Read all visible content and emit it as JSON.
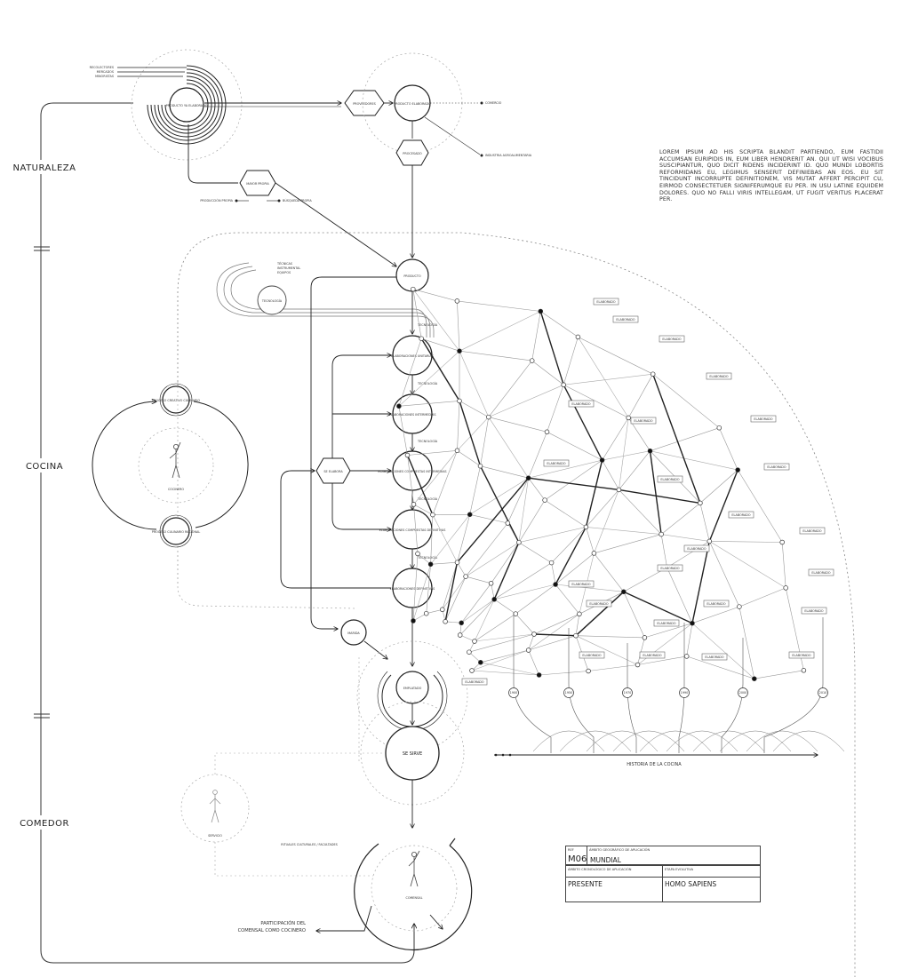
{
  "sidebar": {
    "naturaleza": "NATURALEZA",
    "cocina": "COCINA",
    "comedor": "COMEDOR"
  },
  "nodes": {
    "producto_elaborado_top": "PRODUCTO YA ELABORADO",
    "producto_elaborado_right": "PRODUCTO ELABORADO",
    "proveedores": "PROVEEDORES",
    "procesado": "PROCESADO",
    "mayor_propia": "MAYOR PROPIA",
    "producto": "PRODUCTO",
    "tecnologia": "TECNOLOGÍA",
    "elab1": "ELABORACIONES UNITARIAS",
    "elab2": "ELABORACIONES INTERMEDIAS",
    "elab3": "ELABORACIONES COMPUESTAS INTERMEDIAS",
    "elab4": "ELABORACIONES COMPUESTAS DEFINITIVAS",
    "elab5": "ELABORACIONES DEFINITIVAS",
    "se_elabora": "SE ELABORA",
    "proceso_creativo": "PROCESO CREATIVO CULINARIO",
    "proceso_culinario": "PROCESO CULINARIO RACIONAL",
    "cocinero": "COCINERO",
    "marida": "MARIDA",
    "emplatado": "EMPLATADO",
    "se_sirve": "SE SIRVE",
    "servicio": "SERVICIO",
    "comensal": "COMENSAL"
  },
  "labels": {
    "recursos": [
      "RECOLECTORES",
      "MERCADOS",
      "MINORISTAS"
    ],
    "comercio": "COMERCIO",
    "industria": "INDUSTRIA AGROALIMENTARIA",
    "produccion_propia": "PRODUCCIÓN PROPIA",
    "busqueda_propia": "BÚSQUEDA PROPIA",
    "tecnologia_loop": [
      "TÉCNICAS",
      "INSTRUMENTAL",
      "EQUIPOS"
    ],
    "tecnologia_small": "TECNOLOGÍA",
    "elaborado_tag": "ELABORADO",
    "rituales": "RITUALES CULTURALES / FACULTADES",
    "historia": "HISTORIA DE LA COCINA",
    "participacion_1": "PARTICIPACIÓN DEL",
    "participacion_2": "COMENSAL COMO COCINERO",
    "axis_tags": [
      "1900",
      "1950",
      "1970",
      "1990",
      "2000",
      "2010"
    ]
  },
  "lorem": "LOREM IPSUM AD HIS SCRIPTA BLANDIT PARTIENDO, EUM FASTIDII ACCUMSAN EURIPIDIS IN, EUM LIBER HENDRERIT AN. QUI UT WISI VOCIBUS SUSCIPIANTUR, QUO DICIT RIDENS INCIDERINT ID. QUO MUNDI LOBORTIS REFORMIDANS EU, LEGIMUS SENSERIT DEFINIEBAS AN EOS. EU SIT TINCIDUNT INCORRUPTE DEFINITIONEM, VIS MUTAT AFFERT PERCIPIT CU, EIRMOD CONSECTETUER SIGNIFERUMQUE EU PER. IN USU LATINE EQUIDEM DOLORES. QUO NO FALLI VIRIS INTELLEGAM, UT FUGIT VERITUS PLACERAT PER.",
  "titleblock": {
    "ref_label": "REF",
    "ambito_label": "ÁMBITO GEOGRÁFICO DE APLICACIÓN",
    "code": "M06",
    "ambito_value": "MUNDIAL",
    "temporal_label": "ÁMBITO CRONOLÓGICO DE APLICACIÓN",
    "etapa_label": "ETAPA EVOLUTIVA",
    "temporal_value": "PRESENTE",
    "etapa_value": "HOMO SAPIENS"
  }
}
